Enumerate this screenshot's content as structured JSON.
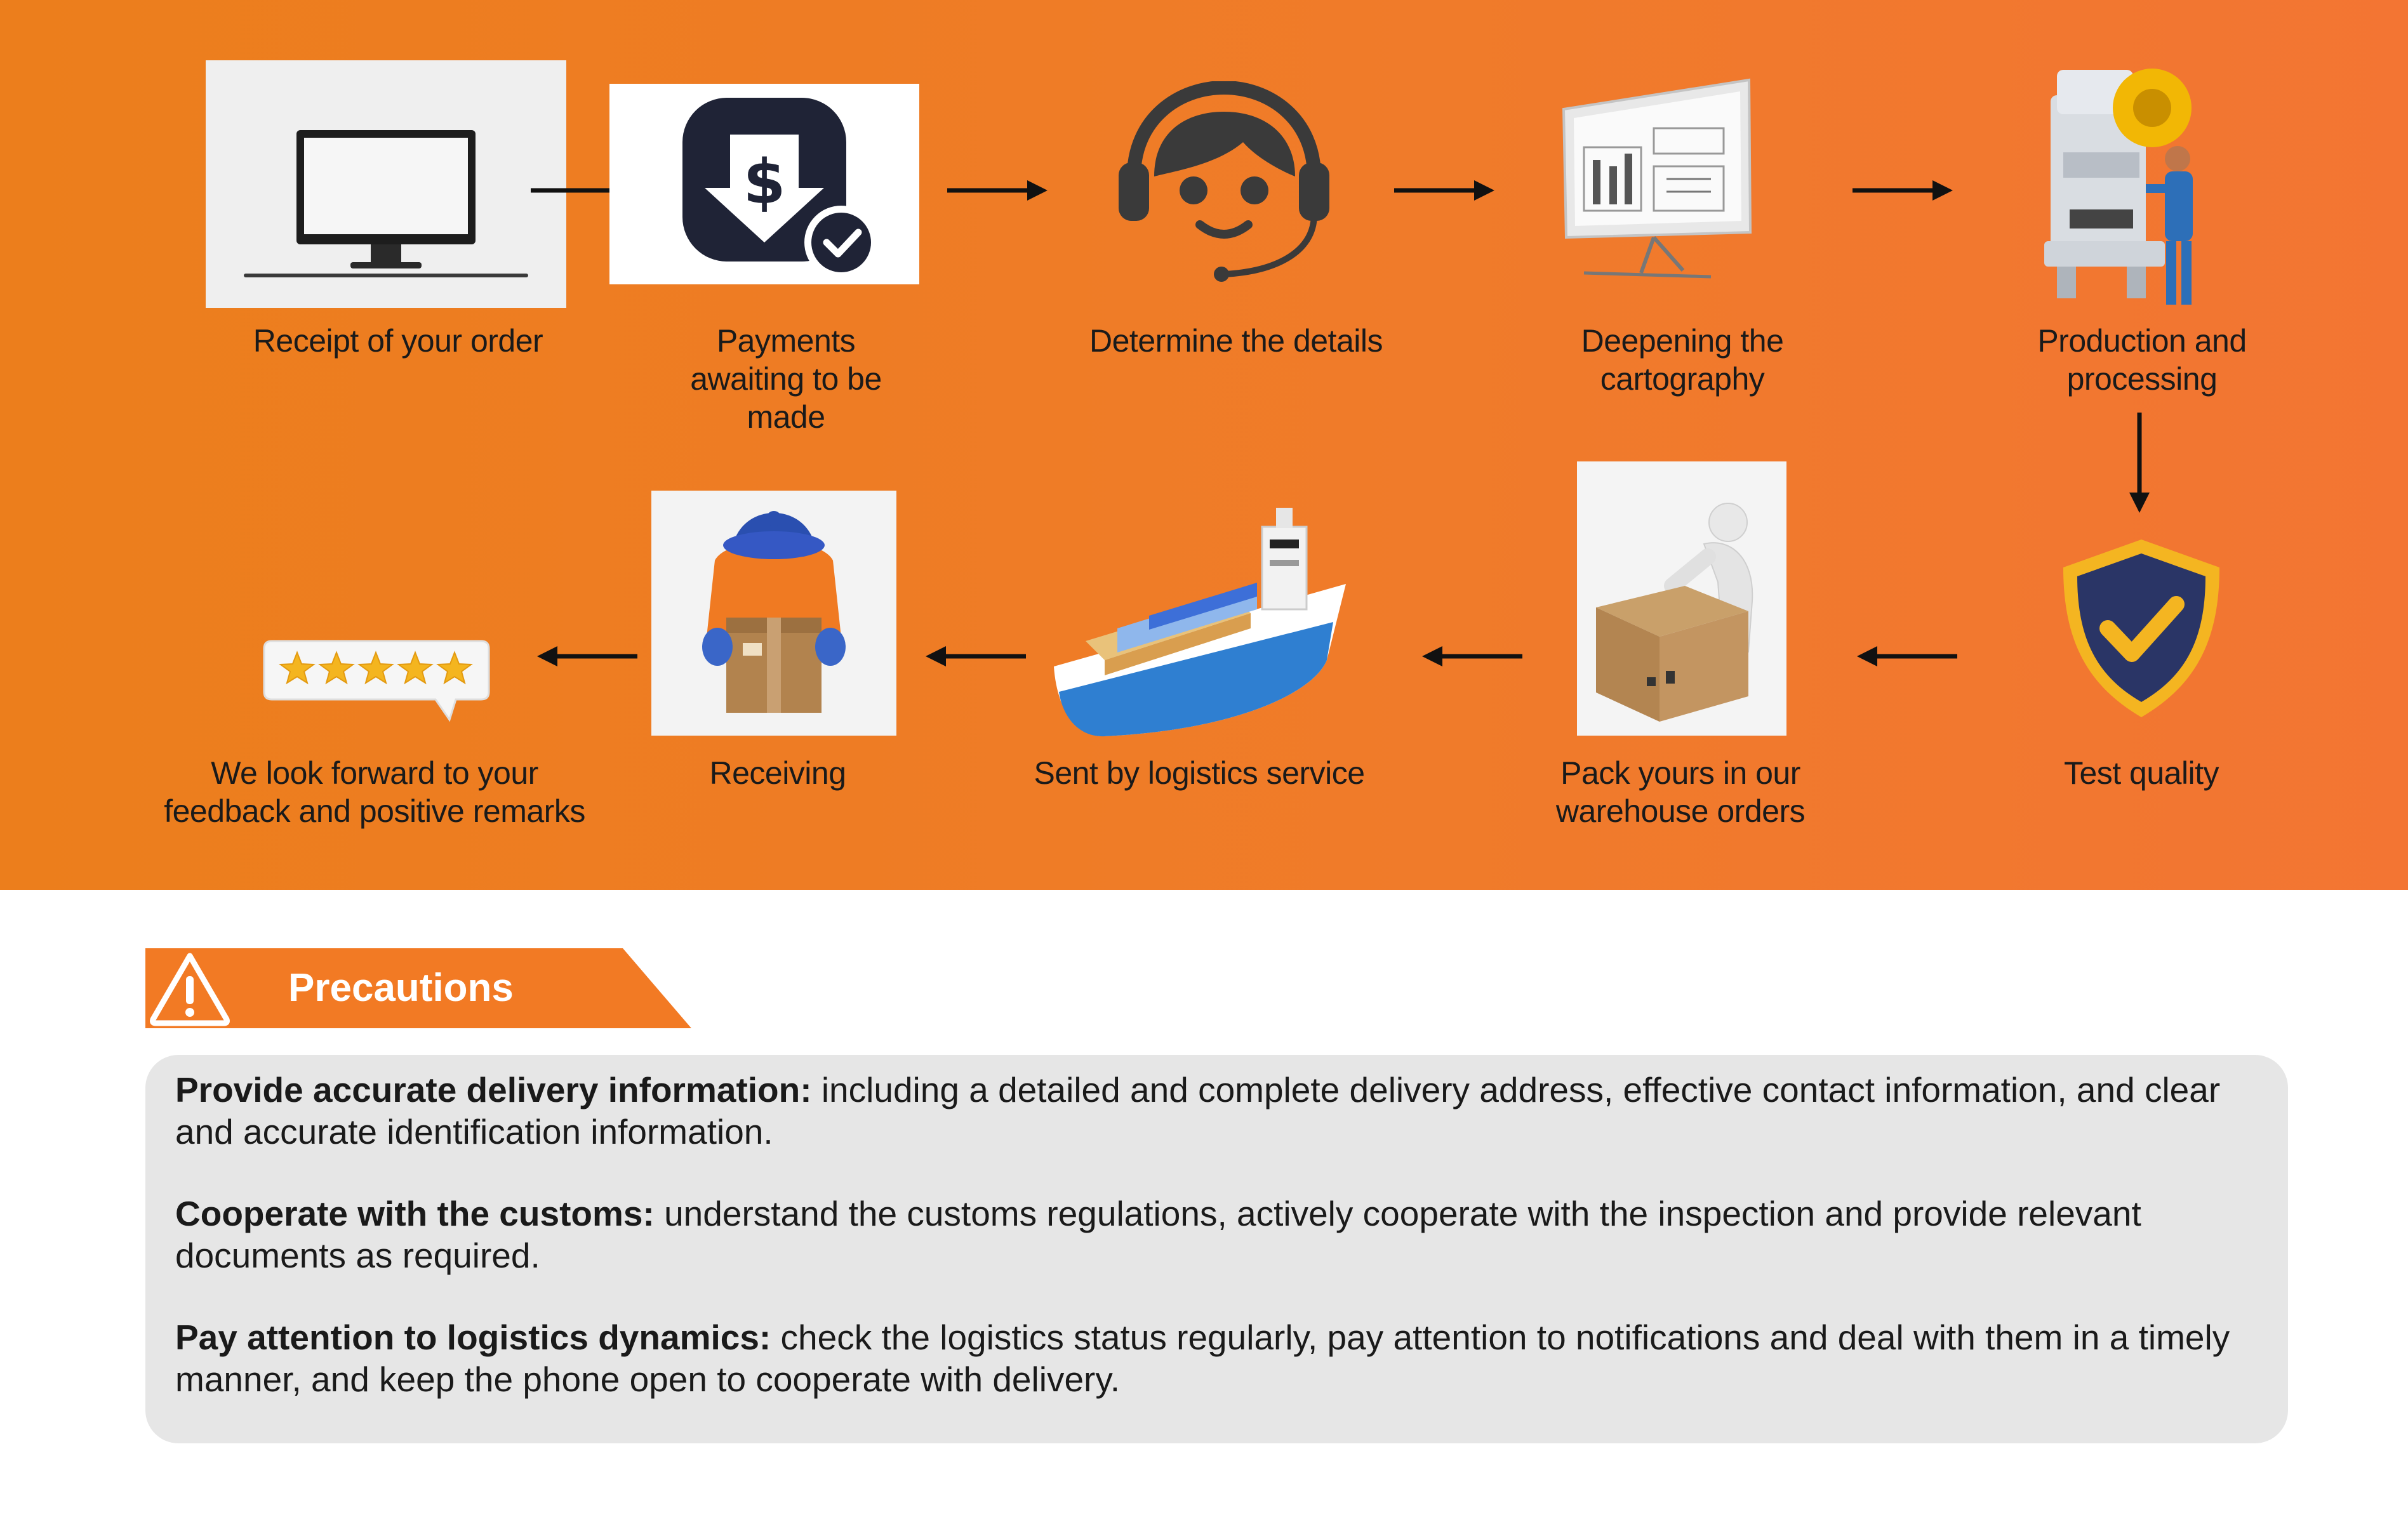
{
  "steps": [
    {
      "id": "receipt",
      "icon": "monitor-icon",
      "label": "Receipt of your order"
    },
    {
      "id": "payment",
      "icon": "dollar-download-icon",
      "label": "Payments awaiting to be made"
    },
    {
      "id": "details",
      "icon": "headset-agent-icon",
      "label": "Determine the details"
    },
    {
      "id": "cartography",
      "icon": "screen-drawing-icon",
      "label": "Deepening the cartography"
    },
    {
      "id": "production",
      "icon": "press-machine-worker-icon",
      "label": "Production and processing"
    },
    {
      "id": "quality",
      "icon": "shield-check-icon",
      "label": "Test quality"
    },
    {
      "id": "pack",
      "icon": "person-packing-box-icon",
      "label": "Pack yours in our warehouse orders"
    },
    {
      "id": "logistics",
      "icon": "cargo-ship-icon",
      "label": "Sent by logistics service"
    },
    {
      "id": "receiving",
      "icon": "delivery-person-box-icon",
      "label": "Receiving"
    },
    {
      "id": "feedback",
      "icon": "five-star-rating-icon",
      "label": "We look forward to your feedback and positive remarks"
    }
  ],
  "precautions": {
    "title": "Precautions",
    "icon": "warning-triangle-icon",
    "items": [
      {
        "heading": "Provide accurate delivery information:",
        "text": " including a detailed and complete delivery address, effective contact information, and clear and accurate identification information."
      },
      {
        "heading": "Cooperate with the customs:",
        "text": " understand the customs regulations, actively cooperate with the inspection and provide relevant documents as required."
      },
      {
        "heading": "Pay attention to logistics dynamics:",
        "text": " check the logistics status regularly, pay attention to notifications and deal with them in a timely manner, and keep the phone open to cooperate with delivery."
      }
    ]
  },
  "colors": {
    "banner": "#ef7c24",
    "tab": "#f27a24",
    "notes_background": "#e6e6e6",
    "text": "#1a1a1a"
  }
}
